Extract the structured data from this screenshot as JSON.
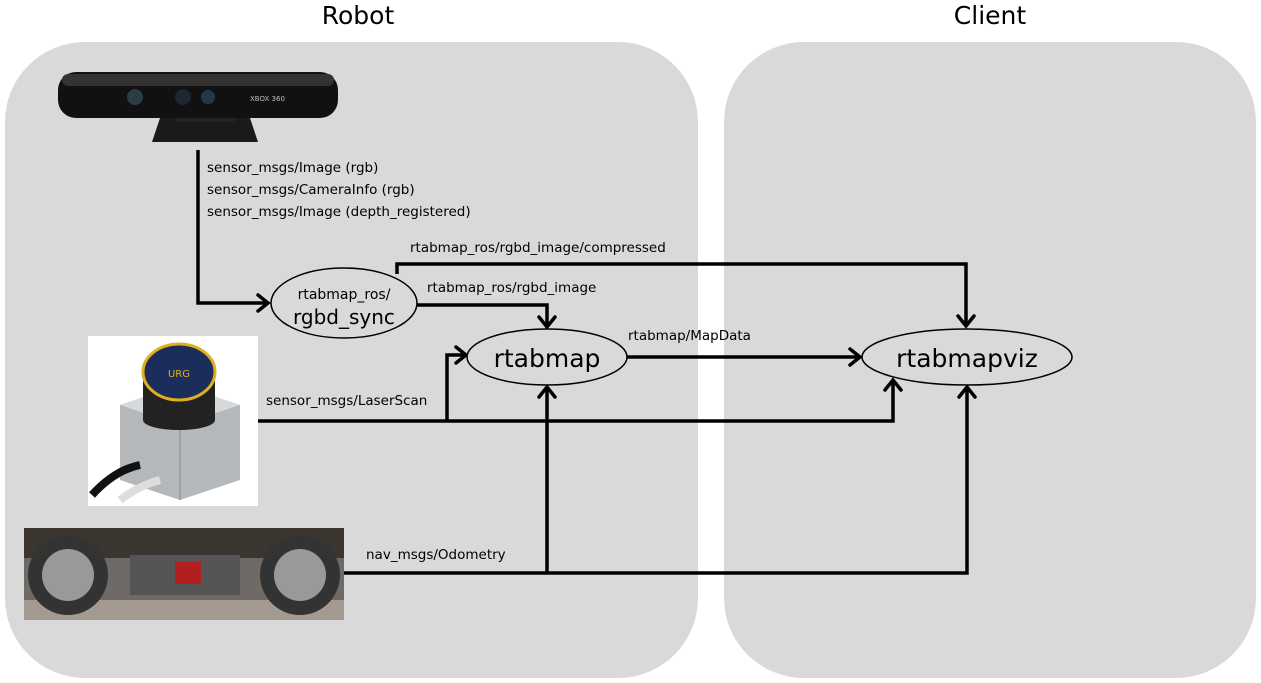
{
  "sections": {
    "robot": "Robot",
    "client": "Client"
  },
  "nodes": {
    "rgbd_sync_line1": "rtabmap_ros/",
    "rgbd_sync_line2": "rgbd_sync",
    "rtabmap": "rtabmap",
    "rtabmapviz": "rtabmapviz"
  },
  "topics": {
    "kinect": [
      "sensor_msgs/Image (rgb)",
      "sensor_msgs/CameraInfo (rgb)",
      "sensor_msgs/Image (depth_registered)"
    ],
    "compressed": "rtabmap_ros/rgbd_image/compressed",
    "rgbd_image": "rtabmap_ros/rgbd_image",
    "map_data": "rtabmap/MapData",
    "laser_scan": "sensor_msgs/LaserScan",
    "odometry": "nav_msgs/Odometry"
  },
  "devices": {
    "kinect_logo": "XBOX 360",
    "laser_logo": "URG"
  },
  "colors": {
    "panel": "#d9d9d9",
    "line": "#000000"
  }
}
